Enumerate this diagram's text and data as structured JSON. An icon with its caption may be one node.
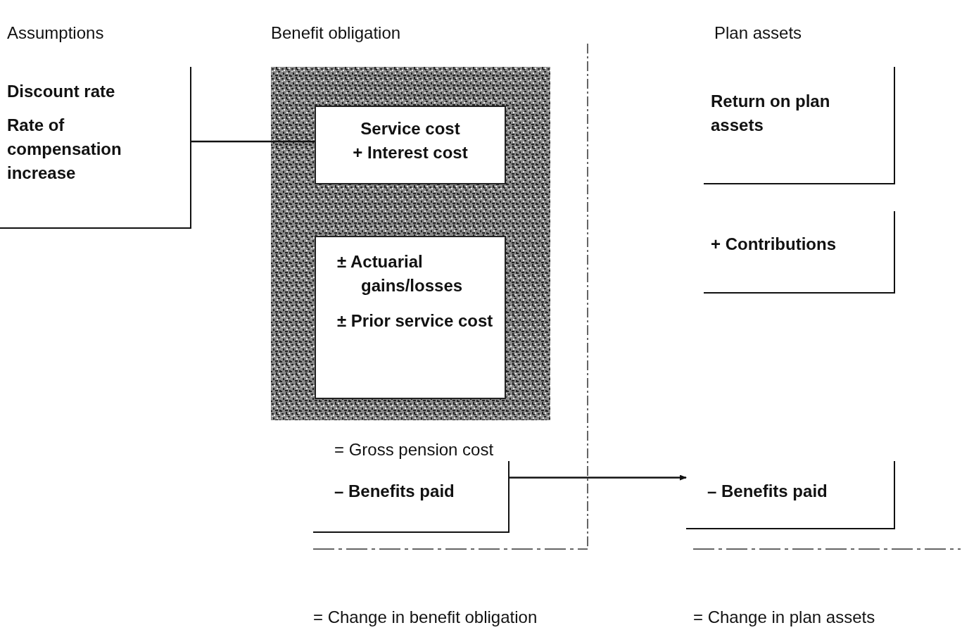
{
  "diagram": {
    "nodes": [
      {
        "text": [
          "Discount rate",
          "Rate of compensation increase"
        ]
      },
      {
        "text": [],
        "shape": "box"
      },
      {
        "text": [
          "Service cost",
          "+ Interest cost"
        ],
        "in": 1
      },
      {
        "text": [
          "± Actuarial gains/losses",
          "± Prior service cost"
        ],
        "in": 1
      },
      {
        "text": [
          "– Benefits paid"
        ]
      },
      {
        "text": [
          "Return on plan assets"
        ]
      },
      {
        "text": [
          "+ Contributions"
        ]
      },
      {
        "text": [
          "– Benefits paid"
        ]
      }
    ],
    "edges": [
      {
        "from": 0,
        "to": 2,
        "arrow": "none"
      },
      {
        "from": 4,
        "to": 7,
        "arrow": "to"
      }
    ],
    "labels": [
      "Assumptions",
      "Benefit obligation",
      "Plan assets",
      "= Gross pension cost",
      "= Change in benefit obligation",
      "= Change in plan assets"
    ]
  }
}
